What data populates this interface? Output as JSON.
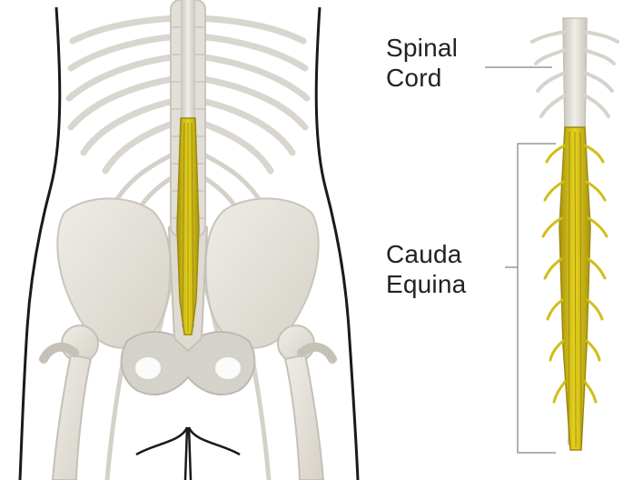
{
  "labels": {
    "spinal_cord": {
      "line1": "Spinal",
      "line2": "Cord"
    },
    "cauda_equina": {
      "line1": "Cauda",
      "line2": "Equina"
    }
  },
  "colors": {
    "background": "#ffffff",
    "body_outline": "#1a1a1a",
    "bone": "#e6e3dc",
    "bone_shadow": "#cfcbc2",
    "nerve": "#d8d6cf",
    "cauda_yellow": "#d8c514",
    "cauda_dark": "#8c7a10",
    "leader_line": "#999999",
    "label_text": "#222222"
  }
}
